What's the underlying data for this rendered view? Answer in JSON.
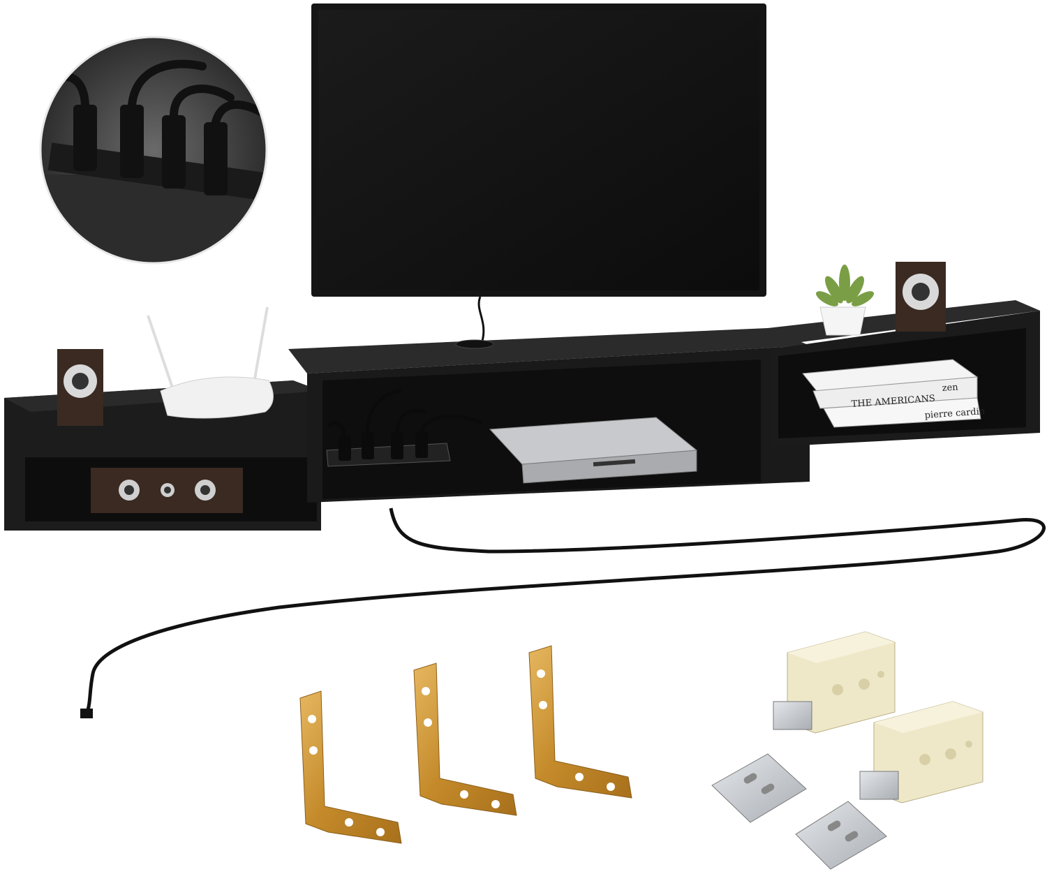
{
  "image": {
    "description_items": [
      "tv",
      "floating-tv-shelf",
      "power-strip",
      "router",
      "speakers",
      "plant",
      "books",
      "dvd-player",
      "power-cord",
      "l-brackets",
      "mounting-brackets",
      "mounting-plates"
    ]
  },
  "books": {
    "spine1": "pierre cardin",
    "spine2": "THE AMERICANS",
    "spine3": "zen"
  },
  "colors": {
    "shelf": "#1c1c1c",
    "shelf_top": "#2a2a2a",
    "brass": "#c9922e",
    "plastic": "#efe8c8",
    "metal": "#c8ccd0"
  }
}
